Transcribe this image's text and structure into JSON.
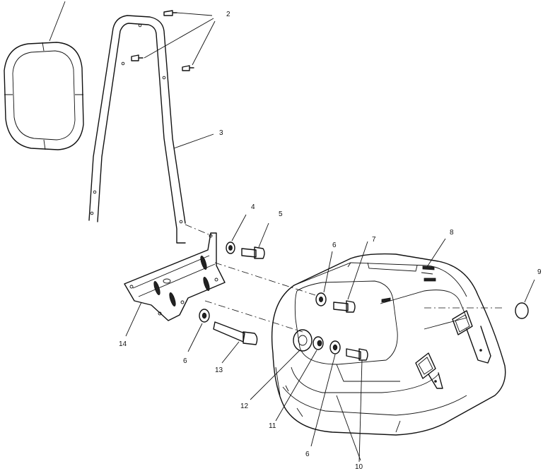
{
  "callouts": {
    "c1": "",
    "c2": "2",
    "c3": "3",
    "c4": "4",
    "c5": "5",
    "c6a": "6",
    "c7": "7",
    "c8": "8",
    "c9": "9",
    "c14": "14",
    "c6b": "6",
    "c13": "13",
    "c12": "12",
    "c11": "11",
    "c6c": "6",
    "c10": "10"
  },
  "colors": {
    "line": "#111111",
    "background": "#ffffff"
  }
}
